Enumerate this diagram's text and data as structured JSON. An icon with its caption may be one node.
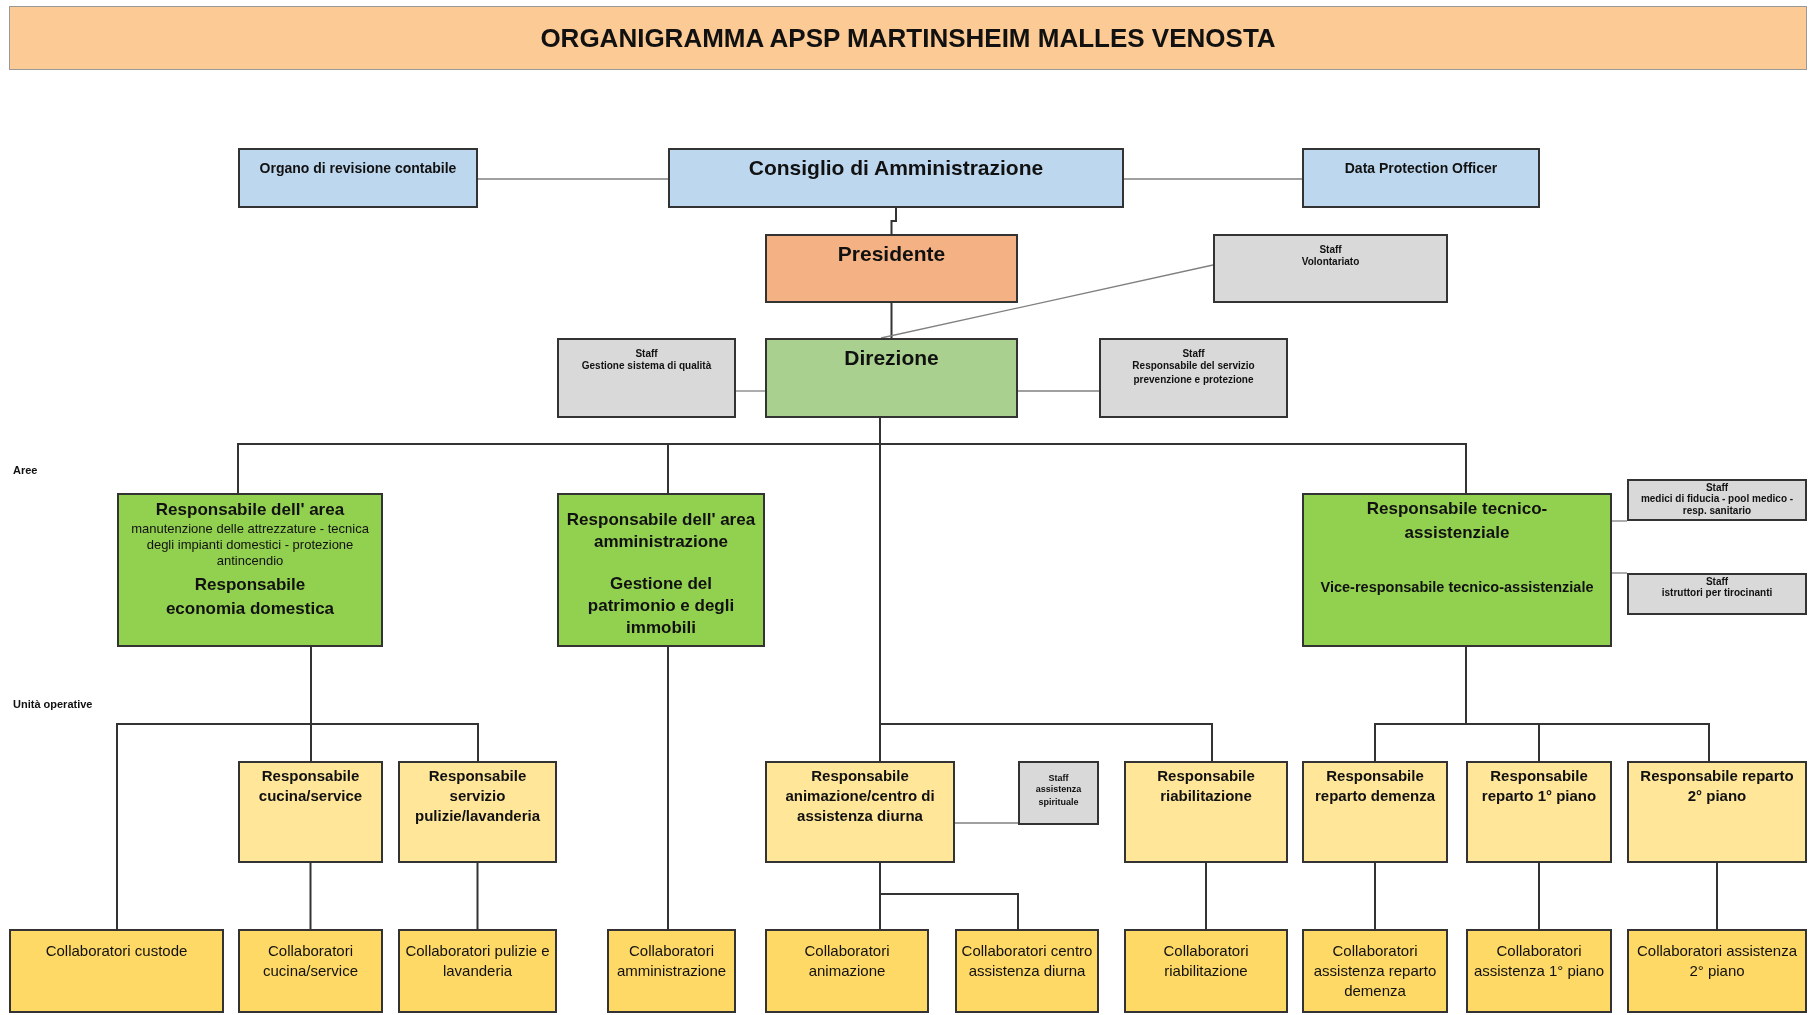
{
  "diagram": {
    "title": "ORGANIGRAMMA APSP MARTINSHEIM MALLES VENOSTA",
    "nodes": [
      {
        "text": [
          "Organo di revisione contabile"
        ]
      },
      {
        "text": [
          "Consiglio di Amministrazione"
        ]
      },
      {
        "text": [
          "Data Protection Officer"
        ]
      },
      {
        "text": [
          "Presidente"
        ]
      },
      {
        "text": [
          "Staff",
          "Volontariato"
        ]
      },
      {
        "text": [
          "Staff",
          "Gestione sistema di qualità"
        ]
      },
      {
        "text": [
          "Direzione"
        ]
      },
      {
        "text": [
          "Staff",
          "Responsabile del servizio prevenzione e protezione"
        ]
      },
      {
        "text": [
          "Responsabile dell' area",
          "manutenzione delle attrezzature - tecnica degli impianti domestici - protezione antincendio",
          "Responsabile economia domestica"
        ]
      },
      {
        "text": [
          "Responsabile dell' area amministrazione",
          "Gestione del patrimonio e degli immobili"
        ]
      },
      {
        "text": [
          "Responsabile tecnico-assistenziale",
          "Vice-responsabile tecnico-assistenziale"
        ]
      },
      {
        "text": [
          "Staff",
          "medici di fiducia - pool medico - resp. sanitario"
        ]
      },
      {
        "text": [
          "Staff",
          "istruttori per tirocinanti"
        ]
      },
      {
        "text": [
          "Responsabile cucina/service"
        ]
      },
      {
        "text": [
          "Responsabile servizio pulizie/lavanderia"
        ]
      },
      {
        "text": [
          "Responsabile animazione/centro di assistenza diurna"
        ]
      },
      {
        "text": [
          "Staff",
          "assistenza spirituale"
        ]
      },
      {
        "text": [
          "Responsabile riabilitazione"
        ]
      },
      {
        "text": [
          "Responsabile reparto demenza"
        ]
      },
      {
        "text": [
          "Responsabile reparto 1° piano"
        ]
      },
      {
        "text": [
          "Responsabile reparto 2° piano"
        ]
      },
      {
        "text": [
          "Collaboratori custode"
        ]
      },
      {
        "text": [
          "Collaboratori cucina/service"
        ]
      },
      {
        "text": [
          "Collaboratori pulizie e lavanderia"
        ]
      },
      {
        "text": [
          "Collaboratori amministrazione"
        ]
      },
      {
        "text": [
          "Collaboratori animazione"
        ]
      },
      {
        "text": [
          "Collaboratori centro assistenza diurna"
        ]
      },
      {
        "text": [
          "Collaboratori riabilitazione"
        ]
      },
      {
        "text": [
          "Collaboratori assistenza reparto demenza"
        ]
      },
      {
        "text": [
          "Collaboratori assistenza 1° piano"
        ]
      },
      {
        "text": [
          "Collaboratori assistenza 2° piano"
        ]
      }
    ],
    "edges": [
      {
        "from": 0,
        "to": 1,
        "arrow": "none",
        "color": "#808080"
      },
      {
        "from": 1,
        "to": 2,
        "arrow": "none",
        "color": "#808080"
      },
      {
        "from": 1,
        "to": 3,
        "arrow": "none"
      },
      {
        "from": 3,
        "to": 6,
        "arrow": "none"
      },
      {
        "from": 4,
        "to": 6,
        "arrow": "none",
        "color": "#808080"
      },
      {
        "from": 5,
        "to": 6,
        "arrow": "none",
        "color": "#808080"
      },
      {
        "from": 6,
        "to": 7,
        "arrow": "none",
        "color": "#808080"
      },
      {
        "from": 6,
        "to": 8,
        "arrow": "none"
      },
      {
        "from": 6,
        "to": 9,
        "arrow": "none"
      },
      {
        "from": 6,
        "to": 10,
        "arrow": "none"
      },
      {
        "from": 6,
        "to": 15,
        "arrow": "none"
      },
      {
        "from": 6,
        "to": 17,
        "arrow": "none"
      },
      {
        "from": 10,
        "to": 11,
        "arrow": "none",
        "color": "#808080"
      },
      {
        "from": 10,
        "to": 12,
        "arrow": "none",
        "color": "#808080"
      },
      {
        "from": 8,
        "to": 21,
        "arrow": "none"
      },
      {
        "from": 8,
        "to": 13,
        "arrow": "none"
      },
      {
        "from": 8,
        "to": 14,
        "arrow": "none"
      },
      {
        "from": 9,
        "to": 24,
        "arrow": "none"
      },
      {
        "from": 15,
        "to": 16,
        "arrow": "none",
        "color": "#808080"
      },
      {
        "from": 15,
        "to": 25,
        "arrow": "none"
      },
      {
        "from": 15,
        "to": 26,
        "arrow": "none"
      },
      {
        "from": 17,
        "to": 27,
        "arrow": "none"
      },
      {
        "from": 10,
        "to": 18,
        "arrow": "none"
      },
      {
        "from": 10,
        "to": 19,
        "arrow": "none"
      },
      {
        "from": 10,
        "to": 20,
        "arrow": "none"
      },
      {
        "from": 13,
        "to": 22,
        "arrow": "none"
      },
      {
        "from": 14,
        "to": 23,
        "arrow": "none"
      },
      {
        "from": 18,
        "to": 28,
        "arrow": "none"
      },
      {
        "from": 19,
        "to": 29,
        "arrow": "none"
      },
      {
        "from": 20,
        "to": 30,
        "arrow": "none"
      }
    ],
    "labels": [
      "Aree",
      "Unità operative"
    ]
  }
}
